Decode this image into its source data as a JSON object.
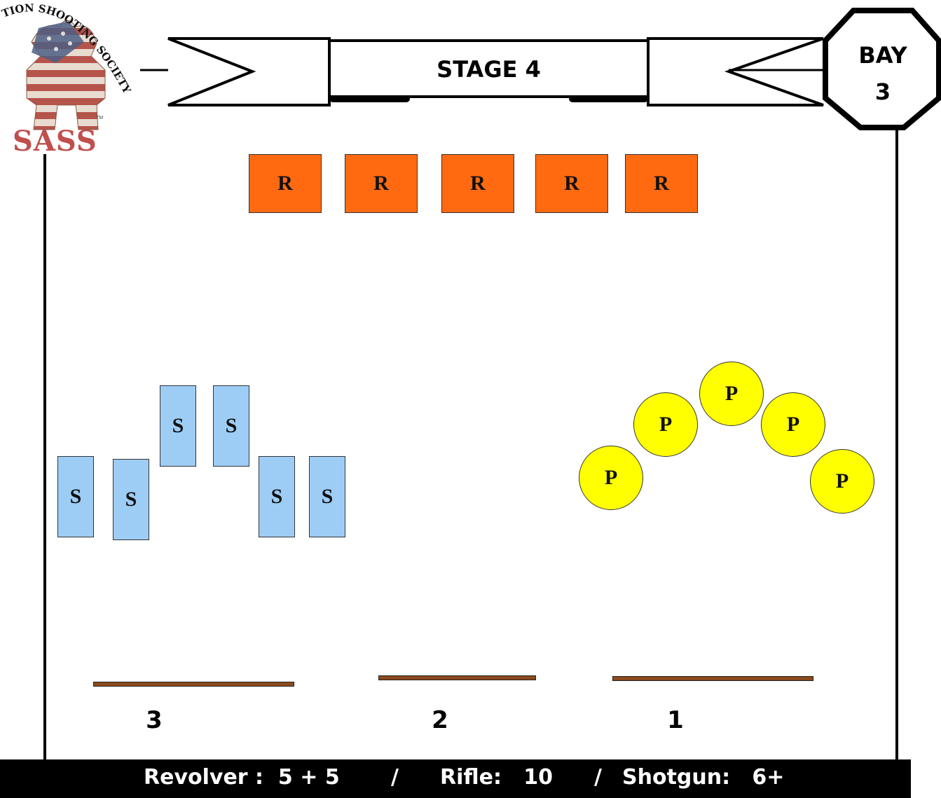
{
  "logo": {
    "arc_text": "TION SHOOTING SOCIETY",
    "abbr": "SASS",
    "trademark": "TM"
  },
  "banner": {
    "title": "STAGE 4"
  },
  "bay": {
    "line1": "BAY",
    "line2": "3"
  },
  "colors": {
    "rifle_target": "#ff6a10",
    "shotgun_target": "#9dcdf5",
    "pistol_target": "#ffff00",
    "table": "#8b4a1e",
    "footer_bg": "#000000"
  },
  "rifle_targets": [
    "R",
    "R",
    "R",
    "R",
    "R"
  ],
  "shotgun_targets": [
    "S",
    "S",
    "S",
    "S",
    "S",
    "S"
  ],
  "pistol_targets": [
    "P",
    "P",
    "P",
    "P",
    "P"
  ],
  "positions": [
    "3",
    "2",
    "1"
  ],
  "footer": {
    "revolver": "Revolver :  5 + 5",
    "sep1": "/",
    "rifle": "Rifle:   10",
    "sep2": "/",
    "shotgun": "Shotgun:   6+"
  }
}
